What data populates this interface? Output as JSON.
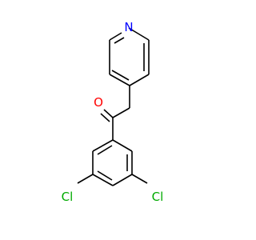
{
  "molecule": {
    "atoms": [
      {
        "id": "N1",
        "label": "N",
        "color": "#0000ff"
      },
      {
        "id": "O1",
        "label": "O",
        "color": "#ff0000"
      },
      {
        "id": "Cl1",
        "label": "Cl",
        "color": "#00aa00"
      },
      {
        "id": "Cl2",
        "label": "Cl",
        "color": "#00aa00"
      }
    ]
  }
}
